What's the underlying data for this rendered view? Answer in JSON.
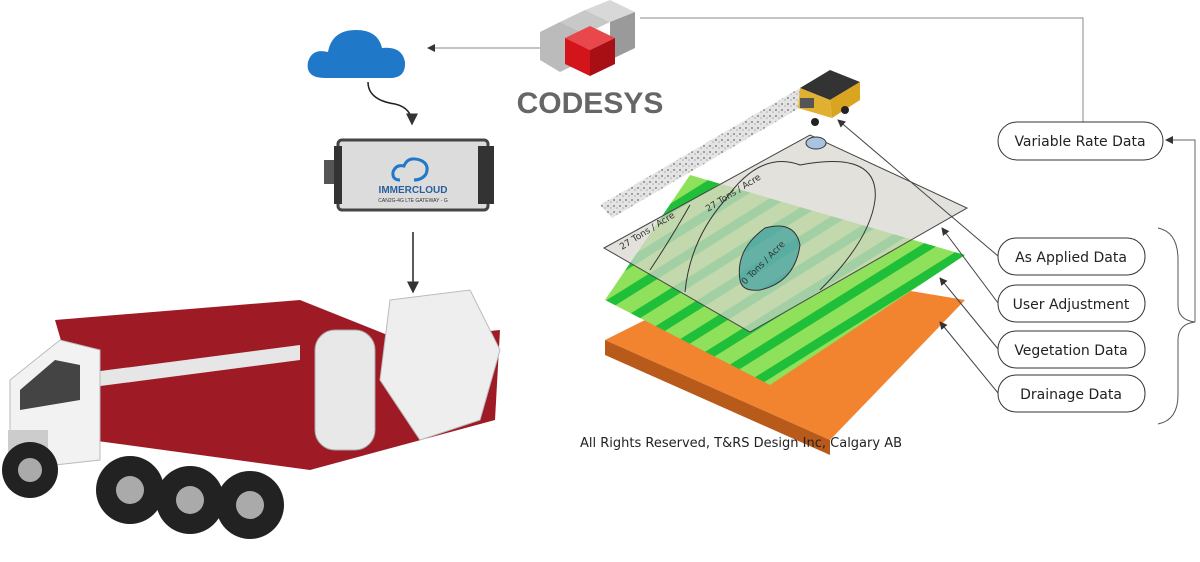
{
  "logo": {
    "codesys": "CODESYS"
  },
  "gateway": {
    "brand": "IMMERCLOUD",
    "model": "CAN2G-4G LTE GATEWAY - G"
  },
  "map_labels": {
    "zone_left": "27 Tons / Acre",
    "zone_mid": "27 Tons / Acre",
    "zone_center": "0 Tons / Acre"
  },
  "boxes": {
    "variable_rate": "Variable Rate Data",
    "as_applied": "As Applied Data",
    "user_adjustment": "User Adjustment",
    "vegetation": "Vegetation Data",
    "drainage": "Drainage Data"
  },
  "caption": "All Rights Reserved, T&RS Design Inc, Calgary AB",
  "colors": {
    "cloud": "#1f78c8",
    "codesys_red": "#d4141b",
    "truck_red": "#9e1b26",
    "field_green": "#5fd64a",
    "drainage_orange": "#f28430"
  }
}
